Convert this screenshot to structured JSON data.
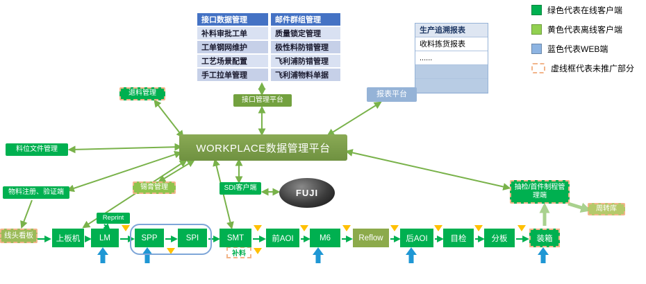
{
  "platform": {
    "title": "WORKPLACE数据管理平台"
  },
  "interface_table": {
    "header": "接口数据管理",
    "rows": [
      "补料审批工单",
      "工单钢网维护",
      "工艺场景配置",
      "手工拉单管理"
    ]
  },
  "mail_table": {
    "header": "邮件群组管理",
    "rows": [
      "质量锁定管理",
      "极性料防错管理",
      "飞利浦防错管理",
      "飞利浦物料单据"
    ]
  },
  "trace_table": {
    "header": "生产追溯报表",
    "rows": [
      "收料拣货报表",
      "......"
    ]
  },
  "legend": {
    "online": "绿色代表在线客户端",
    "offline": "黄色代表离线客户端",
    "web": "蓝色代表WEB端",
    "dashed": "虚线框代表未推广部分"
  },
  "nodes": {
    "return_mgmt": "退料管理",
    "interface_platform": "接口管理平台",
    "report_platform": "报表平台",
    "slot_file_mgmt": "料位文件管理",
    "material_register": "物料注册、验证端",
    "line_head_board": "线头看板",
    "solder_paste_mgmt": "锡膏管理",
    "sdi_client": "SDI客户端",
    "fuji": "FUJI",
    "sampling_terminal": "抽检/首件制程管理端",
    "turnover_store": "周转库",
    "reprint": "Reprint",
    "refill": "补料"
  },
  "line": {
    "stations": [
      "上板机",
      "LM",
      "SPP",
      "SPI",
      "SMT",
      "前AOI",
      "M6",
      "Reflow",
      "后AOI",
      "目检",
      "分板",
      "装箱"
    ]
  },
  "colors": {
    "online_green": "#00B050",
    "offline_yellowgreen": "#92D050",
    "web_blue": "#95B3D7",
    "dashed_orange": "#F2B489",
    "platform_olive": "#7D9C45",
    "arrow_green": "#79B24A",
    "flow_yellow": "#FFC000",
    "flow_blue": "#1F97D4"
  }
}
